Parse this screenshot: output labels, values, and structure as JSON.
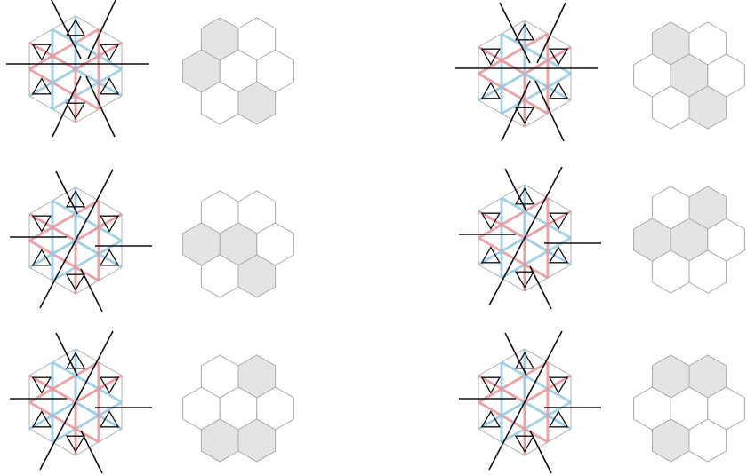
{
  "colors": {
    "background": "#ffffff",
    "pink": "#e8959b",
    "blue": "#98c9e2",
    "gray_edge": "#b0b0b0",
    "black": "#111111",
    "hex_fill": "#e4e4e4",
    "hex_stroke": "#aaaaaa"
  },
  "panels": [
    {
      "shaded": [
        0,
        2,
        6
      ],
      "cut": "horizontal"
    },
    {
      "shaded": [
        0,
        3,
        6
      ],
      "cut": "horizontal"
    },
    {
      "shaded": [
        2,
        3,
        6
      ],
      "cut": "diagonal"
    },
    {
      "shaded": [
        1,
        2,
        3
      ],
      "cut": "diagonal"
    },
    {
      "shaded": [
        1,
        5,
        6
      ],
      "cut": "diagonal"
    },
    {
      "shaded": [
        0,
        1,
        5
      ],
      "cut": "diagonal"
    }
  ]
}
